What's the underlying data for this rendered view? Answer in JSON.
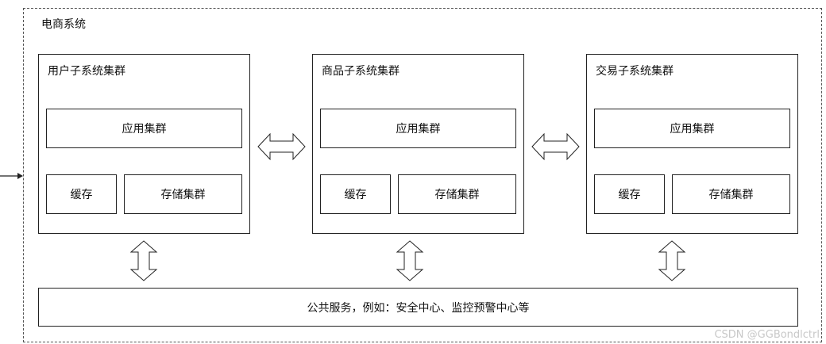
{
  "system": {
    "title": "电商系统"
  },
  "clusters": [
    {
      "title": "用户子系统集群",
      "app": "应用集群",
      "cache": "缓存",
      "storage": "存储集群"
    },
    {
      "title": "商品子系统集群",
      "app": "应用集群",
      "cache": "缓存",
      "storage": "存储集群"
    },
    {
      "title": "交易子系统集群",
      "app": "应用集群",
      "cache": "缓存",
      "storage": "存储集群"
    }
  ],
  "public_services": {
    "label": "公共服务，例如：安全中心、监控预警中心等"
  },
  "watermark": "CSDN @GGBondlctrl"
}
